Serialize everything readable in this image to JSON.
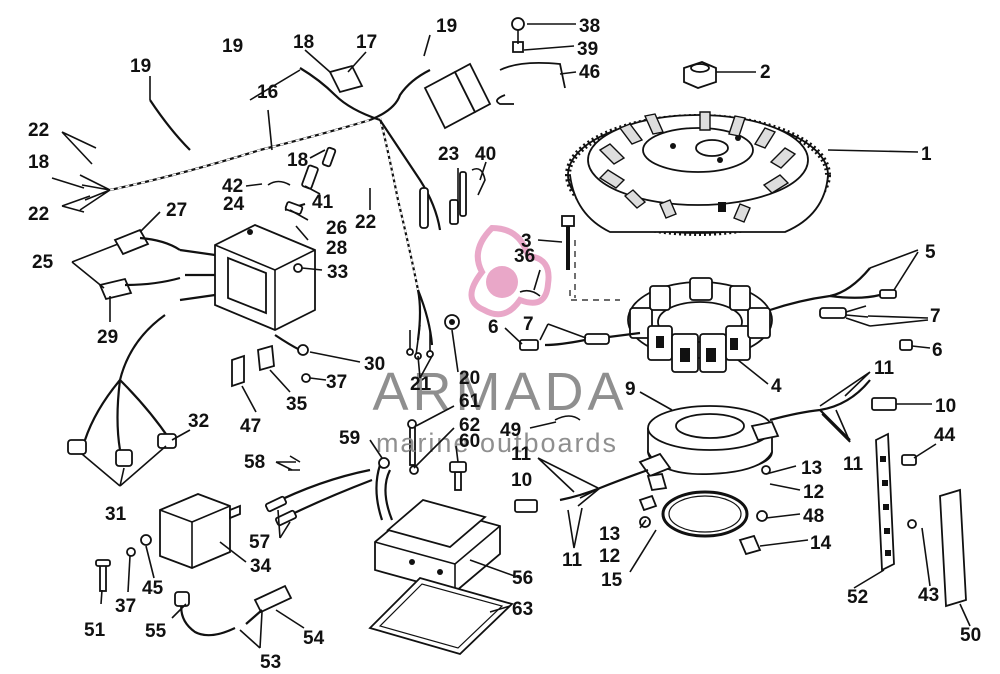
{
  "labels": [
    {
      "id": "1",
      "text": "1"
    },
    {
      "id": "2",
      "text": "2"
    },
    {
      "id": "3",
      "text": "3"
    },
    {
      "id": "4",
      "text": "4"
    },
    {
      "id": "5",
      "text": "5"
    },
    {
      "id": "6a",
      "text": "6"
    },
    {
      "id": "6b",
      "text": "6"
    },
    {
      "id": "7a",
      "text": "7"
    },
    {
      "id": "7b",
      "text": "7"
    },
    {
      "id": "9",
      "text": "9"
    },
    {
      "id": "10a",
      "text": "10"
    },
    {
      "id": "10b",
      "text": "10"
    },
    {
      "id": "11a",
      "text": "11"
    },
    {
      "id": "11b",
      "text": "11"
    },
    {
      "id": "11c",
      "text": "11"
    },
    {
      "id": "11d",
      "text": "11"
    },
    {
      "id": "12a",
      "text": "12"
    },
    {
      "id": "12b",
      "text": "12"
    },
    {
      "id": "13a",
      "text": "13"
    },
    {
      "id": "13b",
      "text": "13"
    },
    {
      "id": "14",
      "text": "14"
    },
    {
      "id": "15",
      "text": "15"
    },
    {
      "id": "16",
      "text": "16"
    },
    {
      "id": "17",
      "text": "17"
    },
    {
      "id": "18a",
      "text": "18"
    },
    {
      "id": "18b",
      "text": "18"
    },
    {
      "id": "18c",
      "text": "18"
    },
    {
      "id": "19a",
      "text": "19"
    },
    {
      "id": "19b",
      "text": "19"
    },
    {
      "id": "19c",
      "text": "19"
    },
    {
      "id": "20",
      "text": "20"
    },
    {
      "id": "21",
      "text": "21"
    },
    {
      "id": "22a",
      "text": "22"
    },
    {
      "id": "22b",
      "text": "22"
    },
    {
      "id": "22c",
      "text": "22"
    },
    {
      "id": "23",
      "text": "23"
    },
    {
      "id": "24",
      "text": "24"
    },
    {
      "id": "25",
      "text": "25"
    },
    {
      "id": "26",
      "text": "26"
    },
    {
      "id": "27",
      "text": "27"
    },
    {
      "id": "28",
      "text": "28"
    },
    {
      "id": "29",
      "text": "29"
    },
    {
      "id": "30",
      "text": "30"
    },
    {
      "id": "31",
      "text": "31"
    },
    {
      "id": "32",
      "text": "32"
    },
    {
      "id": "33",
      "text": "33"
    },
    {
      "id": "34",
      "text": "34"
    },
    {
      "id": "35",
      "text": "35"
    },
    {
      "id": "36",
      "text": "36"
    },
    {
      "id": "37a",
      "text": "37"
    },
    {
      "id": "37b",
      "text": "37"
    },
    {
      "id": "38",
      "text": "38"
    },
    {
      "id": "39",
      "text": "39"
    },
    {
      "id": "40",
      "text": "40"
    },
    {
      "id": "41",
      "text": "41"
    },
    {
      "id": "42",
      "text": "42"
    },
    {
      "id": "43",
      "text": "43"
    },
    {
      "id": "44",
      "text": "44"
    },
    {
      "id": "45",
      "text": "45"
    },
    {
      "id": "46",
      "text": "46"
    },
    {
      "id": "47",
      "text": "47"
    },
    {
      "id": "48",
      "text": "48"
    },
    {
      "id": "49",
      "text": "49"
    },
    {
      "id": "50",
      "text": "50"
    },
    {
      "id": "51",
      "text": "51"
    },
    {
      "id": "52",
      "text": "52"
    },
    {
      "id": "53",
      "text": "53"
    },
    {
      "id": "54",
      "text": "54"
    },
    {
      "id": "55",
      "text": "55"
    },
    {
      "id": "56",
      "text": "56"
    },
    {
      "id": "57",
      "text": "57"
    },
    {
      "id": "58",
      "text": "58"
    },
    {
      "id": "59",
      "text": "59"
    },
    {
      "id": "60",
      "text": "60"
    },
    {
      "id": "61",
      "text": "61"
    },
    {
      "id": "62",
      "text": "62"
    },
    {
      "id": "63",
      "text": "63"
    }
  ],
  "watermark": {
    "brand": "ARMADA",
    "tagline": "marine outboards",
    "logo_icon": "propeller-logo-icon",
    "brand_color": "#e8a3c6",
    "text_color": "#8a8a8a"
  },
  "colors": {
    "ink": "#111111",
    "paper": "#ffffff"
  }
}
